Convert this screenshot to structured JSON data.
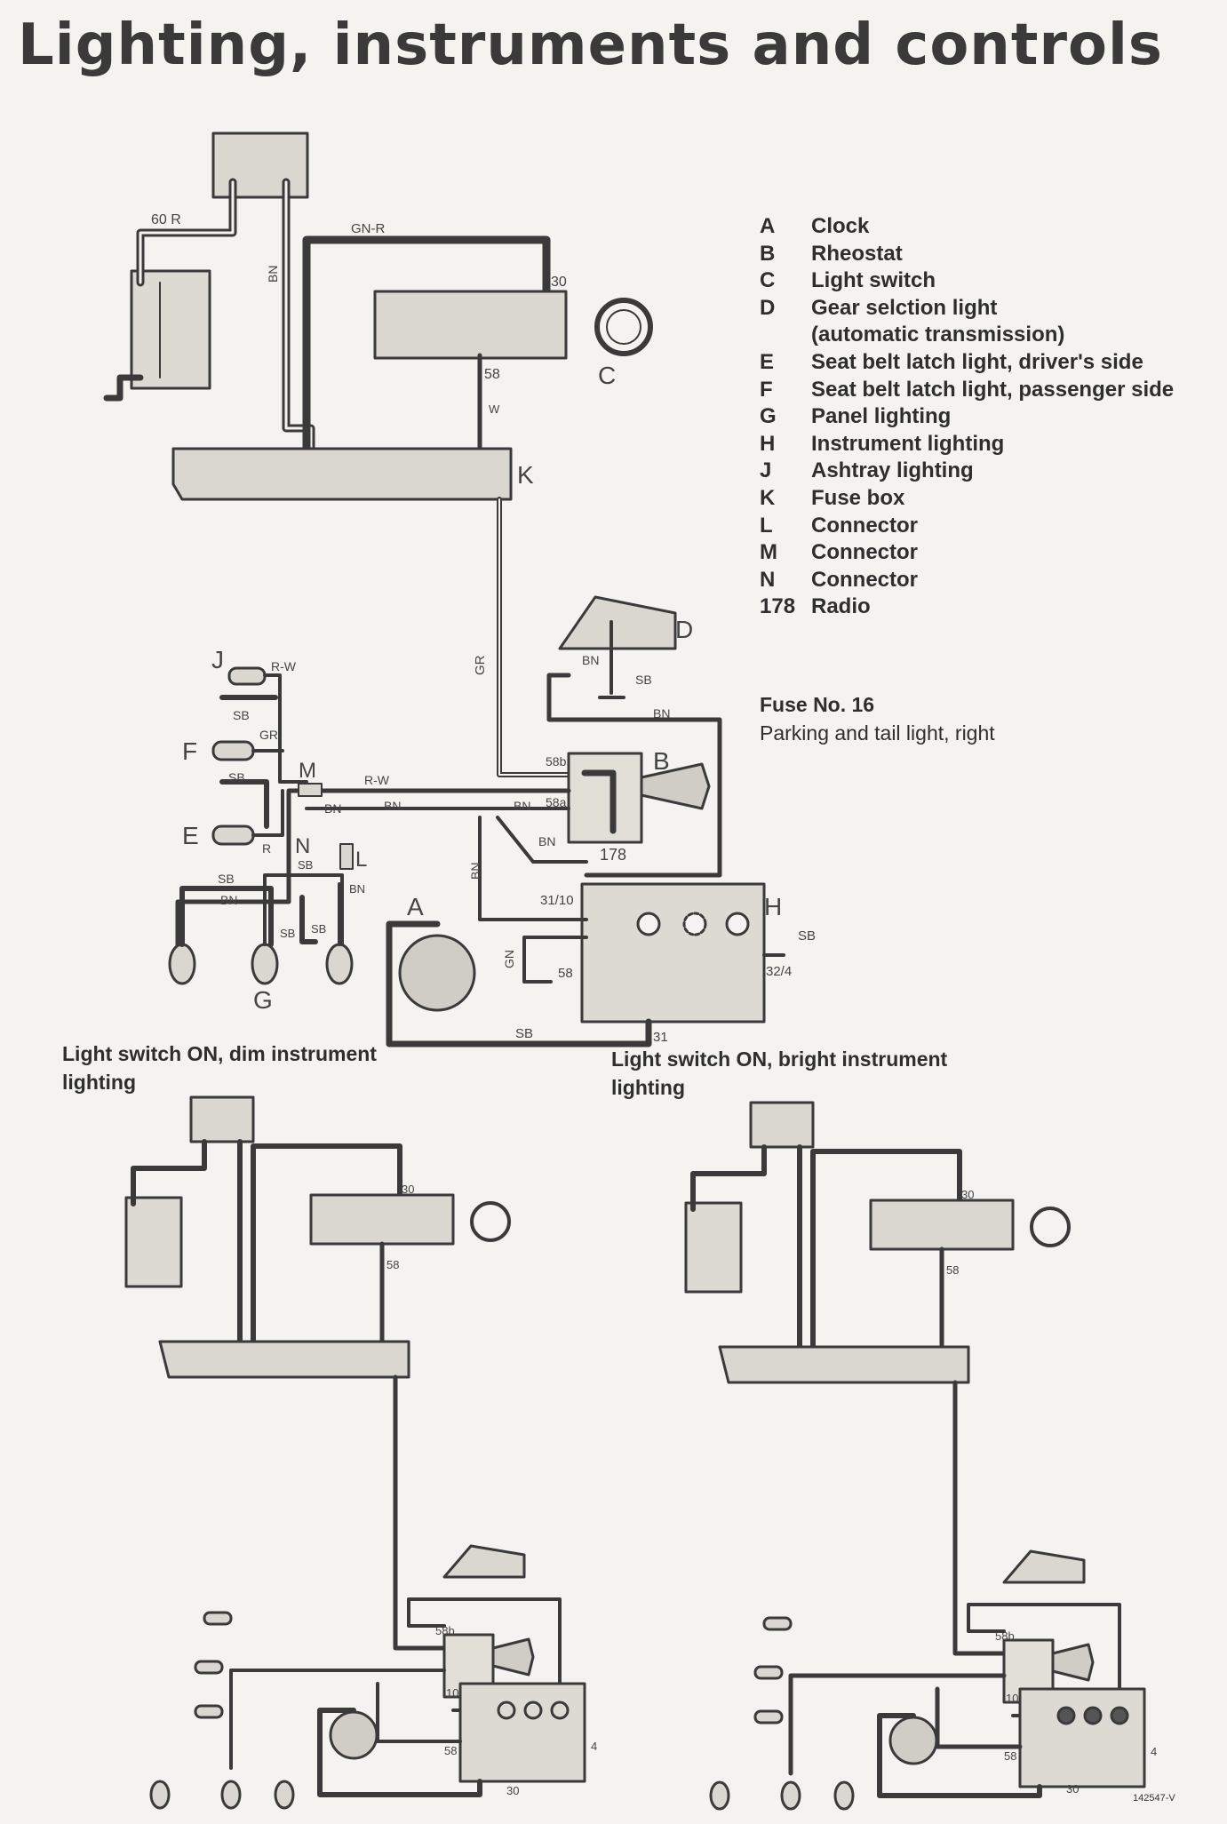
{
  "title": "Lighting, instruments and controls",
  "legend": [
    {
      "key": "A",
      "label": "Clock"
    },
    {
      "key": "B",
      "label": "Rheostat"
    },
    {
      "key": "C",
      "label": "Light switch"
    },
    {
      "key": "D",
      "label": "Gear selction light"
    },
    {
      "key": "",
      "label": "(automatic transmission)"
    },
    {
      "key": "E",
      "label": "Seat belt latch light, driver's side"
    },
    {
      "key": "F",
      "label": "Seat belt latch light, passenger side"
    },
    {
      "key": "G",
      "label": "Panel lighting"
    },
    {
      "key": "H",
      "label": "Instrument lighting"
    },
    {
      "key": "J",
      "label": "Ashtray lighting"
    },
    {
      "key": "K",
      "label": "Fuse box"
    },
    {
      "key": "L",
      "label": "Connector"
    },
    {
      "key": "M",
      "label": "Connector"
    },
    {
      "key": "N",
      "label": "Connector"
    },
    {
      "key": "178",
      "label": "Radio"
    }
  ],
  "fuse": {
    "title": "Fuse No. 16",
    "description": "Parking and tail light, right"
  },
  "captions": {
    "dim": "Light switch ON, dim instrument lighting",
    "bright": "Light switch ON, bright instrument lighting"
  },
  "wire_labels": {
    "w60r": "60 R",
    "gnr": "GN-R",
    "bn": "BN",
    "w": "W",
    "gr": "GR",
    "rw": "R-W",
    "sb": "SB",
    "r": "R",
    "gn": "GN"
  },
  "terminals": {
    "t30": "30",
    "t58": "58",
    "t58b": "58b",
    "t58a": "58a",
    "t3110": "31/10",
    "t324": "32/4",
    "t31": "31",
    "t10": "10",
    "t4": "4",
    "t178": "178"
  },
  "component_letters": [
    "A",
    "B",
    "C",
    "D",
    "E",
    "F",
    "G",
    "H",
    "J",
    "K",
    "L",
    "M",
    "N"
  ],
  "reference": "142547-V"
}
